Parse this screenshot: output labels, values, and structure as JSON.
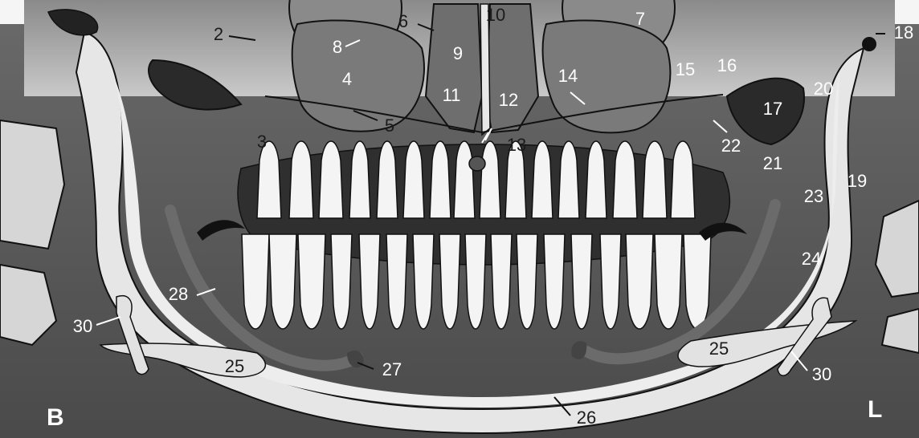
{
  "corner_labels": {
    "left": "B",
    "right": "L"
  },
  "labels": [
    {
      "id": "2",
      "text": "2",
      "tone": "dark"
    },
    {
      "id": "3",
      "text": "3",
      "tone": "dark"
    },
    {
      "id": "4",
      "text": "4",
      "tone": "light"
    },
    {
      "id": "5",
      "text": "5",
      "tone": "dark"
    },
    {
      "id": "6",
      "text": "6",
      "tone": "dark"
    },
    {
      "id": "7",
      "text": "7",
      "tone": "light"
    },
    {
      "id": "8",
      "text": "8",
      "tone": "light"
    },
    {
      "id": "9",
      "text": "9",
      "tone": "light"
    },
    {
      "id": "10",
      "text": "10",
      "tone": "dark"
    },
    {
      "id": "11",
      "text": "11",
      "tone": "light"
    },
    {
      "id": "12",
      "text": "12",
      "tone": "light"
    },
    {
      "id": "13",
      "text": "13",
      "tone": "dark"
    },
    {
      "id": "14",
      "text": "14",
      "tone": "light"
    },
    {
      "id": "15",
      "text": "15",
      "tone": "light"
    },
    {
      "id": "16",
      "text": "16",
      "tone": "light"
    },
    {
      "id": "17",
      "text": "17",
      "tone": "light"
    },
    {
      "id": "18",
      "text": "18",
      "tone": "light"
    },
    {
      "id": "19",
      "text": "19",
      "tone": "light"
    },
    {
      "id": "20",
      "text": "20",
      "tone": "light"
    },
    {
      "id": "21",
      "text": "21",
      "tone": "light"
    },
    {
      "id": "22",
      "text": "22",
      "tone": "light"
    },
    {
      "id": "23",
      "text": "23",
      "tone": "light"
    },
    {
      "id": "24",
      "text": "24",
      "tone": "light"
    },
    {
      "id": "25",
      "text": "25",
      "tone": "dark"
    },
    {
      "id": "25b",
      "text": "25",
      "tone": "dark"
    },
    {
      "id": "26",
      "text": "26",
      "tone": "dark"
    },
    {
      "id": "27",
      "text": "27",
      "tone": "light"
    },
    {
      "id": "28",
      "text": "28",
      "tone": "light"
    },
    {
      "id": "30",
      "text": "30",
      "tone": "light"
    },
    {
      "id": "30b",
      "text": "30",
      "tone": "light"
    }
  ],
  "colors": {
    "background_gray": "#5a5a5a",
    "bone_light": "#ececec",
    "sinus_mid": "#7d7d7d",
    "airway_dark": "#2a2a2a",
    "tooth": "#f4f4f4",
    "canal": "#6b6b6b",
    "outline": "#111111"
  }
}
